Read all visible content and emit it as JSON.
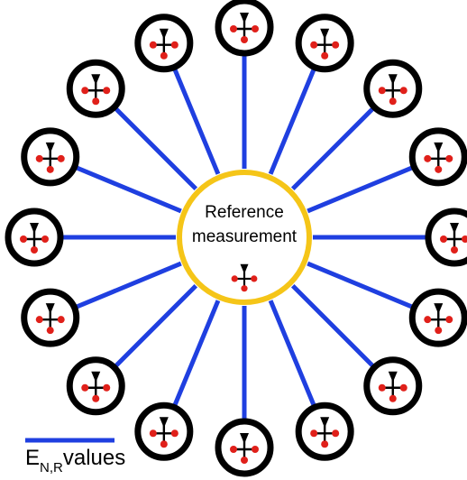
{
  "center": {
    "label_line1": "Reference",
    "label_line2": "measurement",
    "ring_color": "#F5C518",
    "icon": "crosshair-target-icon"
  },
  "spokes": {
    "count": 16,
    "color": "#1F3FE0",
    "icon": "crosshair-target-icon",
    "ring_color": "#000000"
  },
  "icon_colors": {
    "dot": "#E0201A",
    "arrow": "#000000"
  },
  "legend": {
    "prefix": "E",
    "subscript": "N,R",
    "suffix": "values",
    "line_color": "#1F3FE0"
  }
}
